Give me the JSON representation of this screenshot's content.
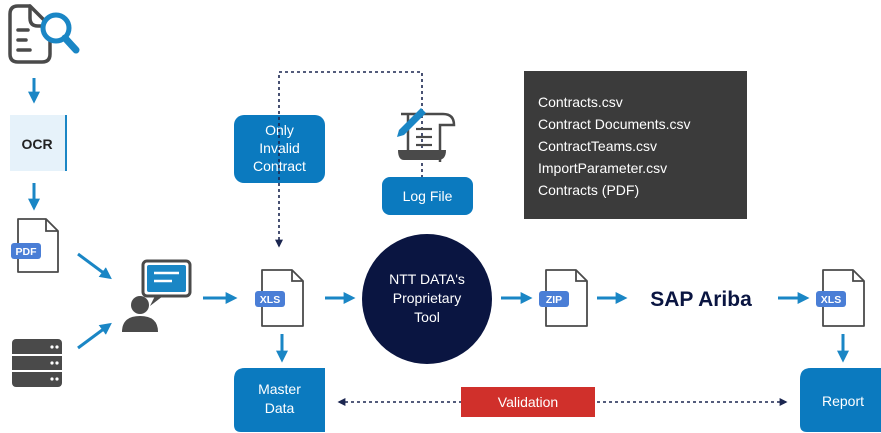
{
  "colors": {
    "accent": "#1a86c5",
    "box_blue": "#0b7abf",
    "navy": "#0a1541",
    "dark_panel": "#3b3b3b",
    "validation_red": "#d0302b",
    "ocr_bg": "#e6f2fa",
    "doc_badge": "#4a7ed6",
    "icon_gray": "#4a4a4a"
  },
  "icons": {
    "doc_search": "document-search-icon",
    "server": "server-icon",
    "user_chat": "user-chat-icon",
    "log_scroll": "log-scroll-icon"
  },
  "nodes": {
    "ocr": "OCR",
    "pdf": "PDF",
    "xls_input": "XLS",
    "only_invalid": [
      "Only",
      "Invalid",
      "Contract"
    ],
    "log_file": "Log File",
    "tool": [
      "NTT DATA's",
      "Proprietary",
      "Tool"
    ],
    "zip": "ZIP",
    "sap_ariba": "SAP Ariba",
    "xls_output": "XLS",
    "master_data": [
      "Master",
      "Data"
    ],
    "report": "Report",
    "validation": "Validation"
  },
  "files_panel": [
    "Contracts.csv",
    "Contract Documents.csv",
    "ContractTeams.csv",
    "ImportParameter.csv",
    "Contracts (PDF)"
  ]
}
